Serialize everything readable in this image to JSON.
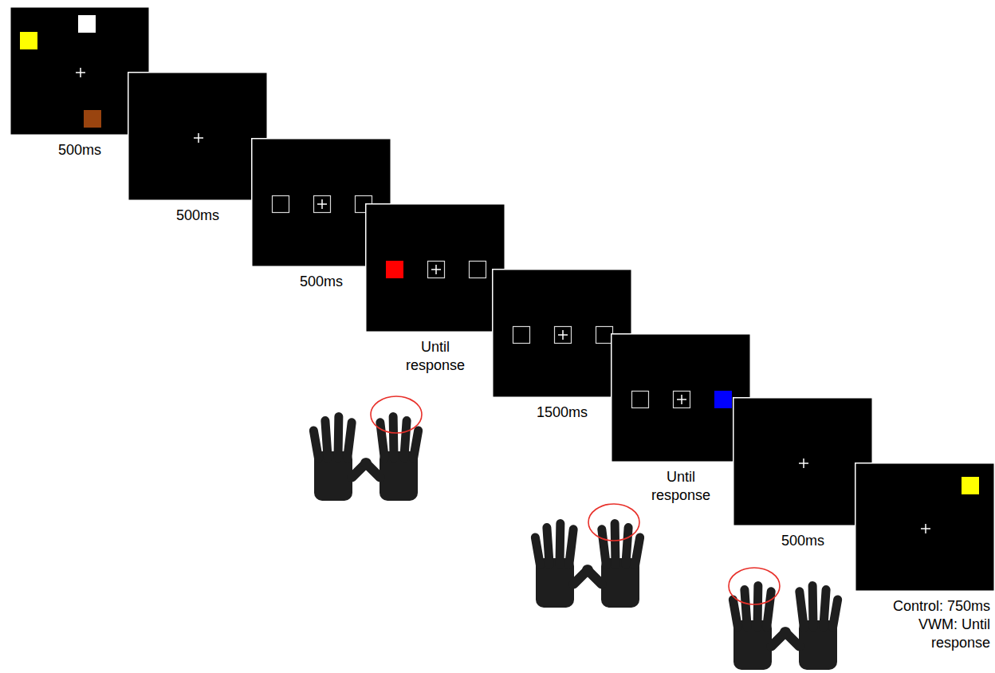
{
  "diagram": {
    "nodes": [
      {
        "text": [
          "500ms"
        ]
      },
      {
        "text": [
          "500ms"
        ]
      },
      {
        "text": [
          "500ms"
        ]
      },
      {
        "text": [
          "Until response"
        ]
      },
      {
        "text": [
          "1500ms"
        ]
      },
      {
        "text": [
          "Until response"
        ]
      },
      {
        "text": [
          "500ms"
        ]
      },
      {
        "text": [
          "Control: 750ms VWM: Until response"
        ]
      }
    ]
  }
}
